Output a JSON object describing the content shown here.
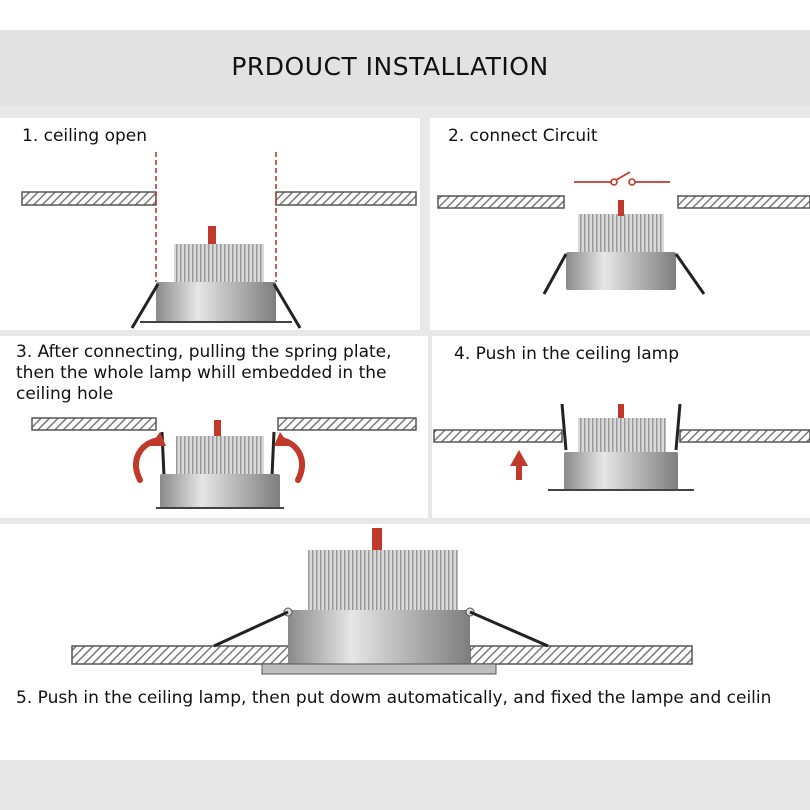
{
  "title": "PRDOUCT INSTALLATION",
  "steps": [
    {
      "label": "1. ceiling open"
    },
    {
      "label": "2. connect Circuit"
    },
    {
      "label": "3. After connecting, pulling the spring plate,\n then the whole lamp whill embedded in the\n  ceiling hole"
    },
    {
      "label": "4. Push in the ceiling lamp"
    },
    {
      "label": "5. Push in the ceiling lamp, then put dowm automatically, and fixed the lampe and ceilin"
    }
  ],
  "colors": {
    "banner": "#e2e2e2",
    "ceiling": "#7a7a7a",
    "lamp_body": "#a8a8a8",
    "wire_red": "#c0392b",
    "arrow_red": "#c0392b",
    "spring": "#222222"
  }
}
